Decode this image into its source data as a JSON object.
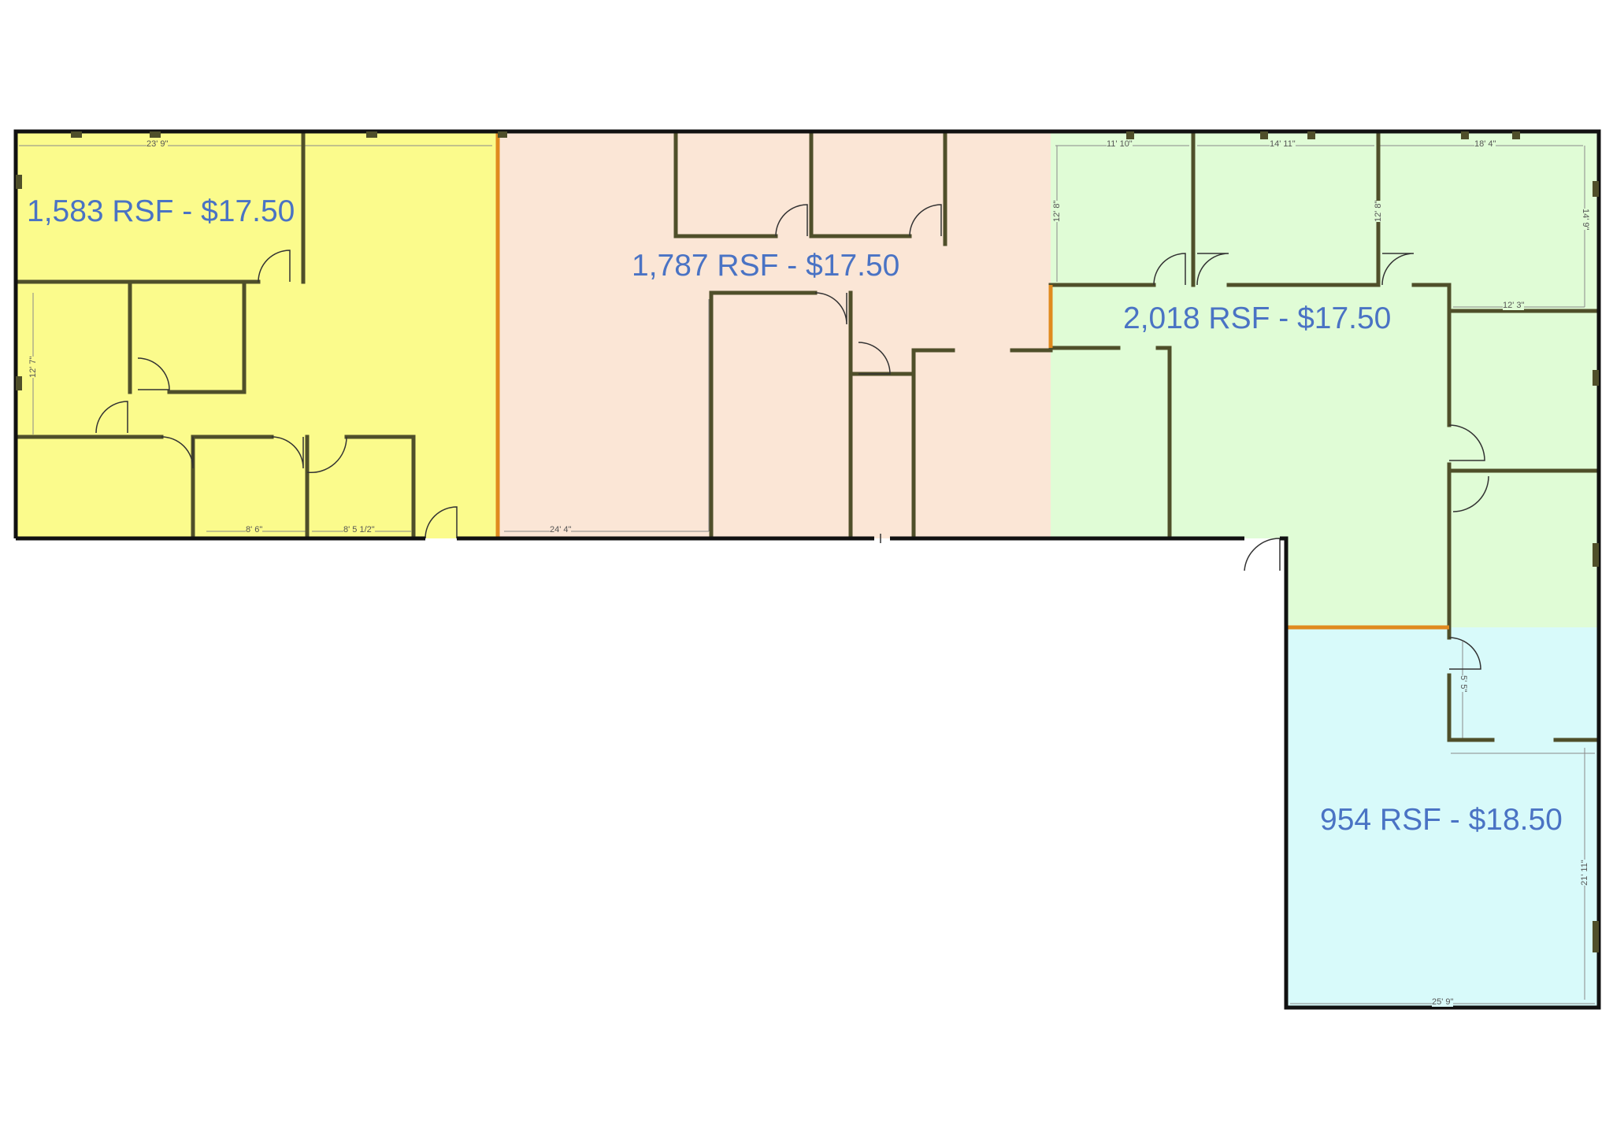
{
  "suites": [
    {
      "label": "1,583 RSF - $17.50",
      "fill": "#fbfb8c"
    },
    {
      "label": "1,787 RSF - $17.50",
      "fill": "#fbe6d6"
    },
    {
      "label": "2,018 RSF - $17.50",
      "fill": "#e0fcd6"
    },
    {
      "label": "954 RSF - $18.50",
      "fill": "#d8fafa"
    }
  ],
  "dimensions": {
    "d1": "23' 9\"",
    "d2": "12' 7\"",
    "d3": "8' 6\"",
    "d4": "8' 5 1/2\"",
    "d5": "24' 4\"",
    "d6": "11' 10\"",
    "d7": "14' 11\"",
    "d8": "18' 4\"",
    "d9": "12' 8\"",
    "d10": "12' 8\"",
    "d11": "14' 9\"",
    "d12": "12' 3\"",
    "d13": "5' 5\"",
    "d14": "21' 11\"",
    "d15": "25' 9\""
  },
  "colors": {
    "wall": "#111111",
    "interior_wall": "#4f4f2a",
    "demising_wall": "#e08a1e",
    "label_text": "#4a73c4"
  }
}
